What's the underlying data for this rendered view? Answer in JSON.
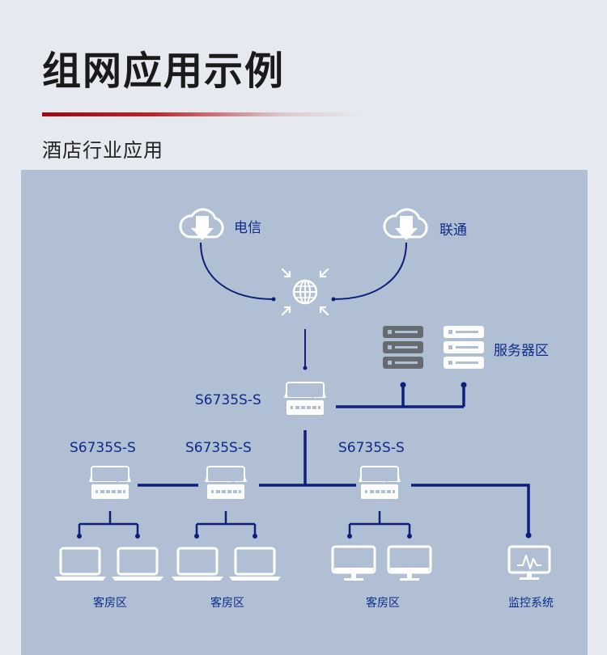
{
  "page": {
    "title": "组网应用示例",
    "subtitle": "酒店行业应用"
  },
  "colors": {
    "accent_red": "#9a0a10",
    "panel_bg": "#b0bfd3",
    "line_navy": "#0e1f7a",
    "label_blue": "#0e2a8a"
  },
  "diagram": {
    "isp_1": "电信",
    "isp_2": "联通",
    "server_zone": "服务器区",
    "core_switch": "S6735S-S",
    "switch_left": "S6735S-S",
    "switch_mid": "S6735S-S",
    "switch_right": "S6735S-S",
    "zone_guest_1": "客房区",
    "zone_guest_2": "客房区",
    "zone_guest_3": "客房区",
    "zone_monitor": "监控系统"
  },
  "icons": [
    "cloud-download-icon",
    "internet-globe-icon",
    "server-icon",
    "switch-icon",
    "laptop-icon",
    "monitor-icon",
    "monitoring-screen-icon"
  ]
}
